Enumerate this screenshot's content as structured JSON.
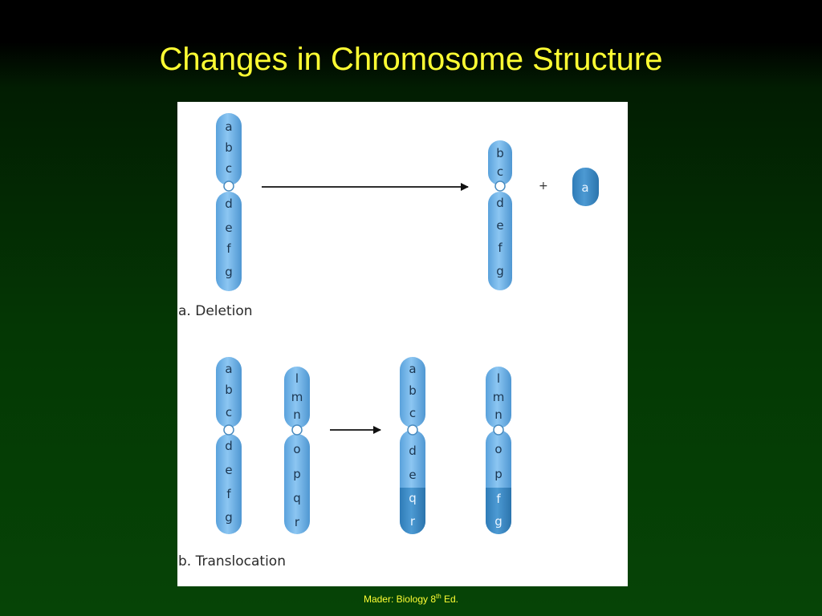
{
  "slide": {
    "title": "Changes in Chromosome Structure",
    "credit_prefix": "Mader: Biology 8",
    "credit_sup": "th",
    "credit_suffix": " Ed."
  },
  "colors": {
    "title_text": "#ffff33",
    "chromosome_light": "#7ab8ea",
    "chromosome_dark": "#3a88c4",
    "background_top": "#000000",
    "background_bottom": "#064406"
  },
  "deletion": {
    "caption": "a. Deletion",
    "original_arm_1": [
      "a",
      "b",
      "c"
    ],
    "original_arm_2": [
      "d",
      "e",
      "f",
      "g"
    ],
    "result_arm_1": [
      "b",
      "c"
    ],
    "result_arm_2": [
      "d",
      "e",
      "f",
      "g"
    ],
    "plus_sign": "+",
    "fragment": "a"
  },
  "translocation": {
    "caption": "b. Translocation",
    "chrom1_arm_1": [
      "a",
      "b",
      "c"
    ],
    "chrom1_arm_2": [
      "d",
      "e",
      "f",
      "g"
    ],
    "chrom2_arm_1": [
      "l",
      "m",
      "n"
    ],
    "chrom2_arm_2": [
      "o",
      "p",
      "q",
      "r"
    ],
    "result1_arm_1": [
      "a",
      "b",
      "c"
    ],
    "result1_arm_2": [
      "d",
      "e",
      "q",
      "r"
    ],
    "result2_arm_1": [
      "l",
      "m",
      "n"
    ],
    "result2_arm_2": [
      "o",
      "p",
      "f",
      "g"
    ]
  }
}
